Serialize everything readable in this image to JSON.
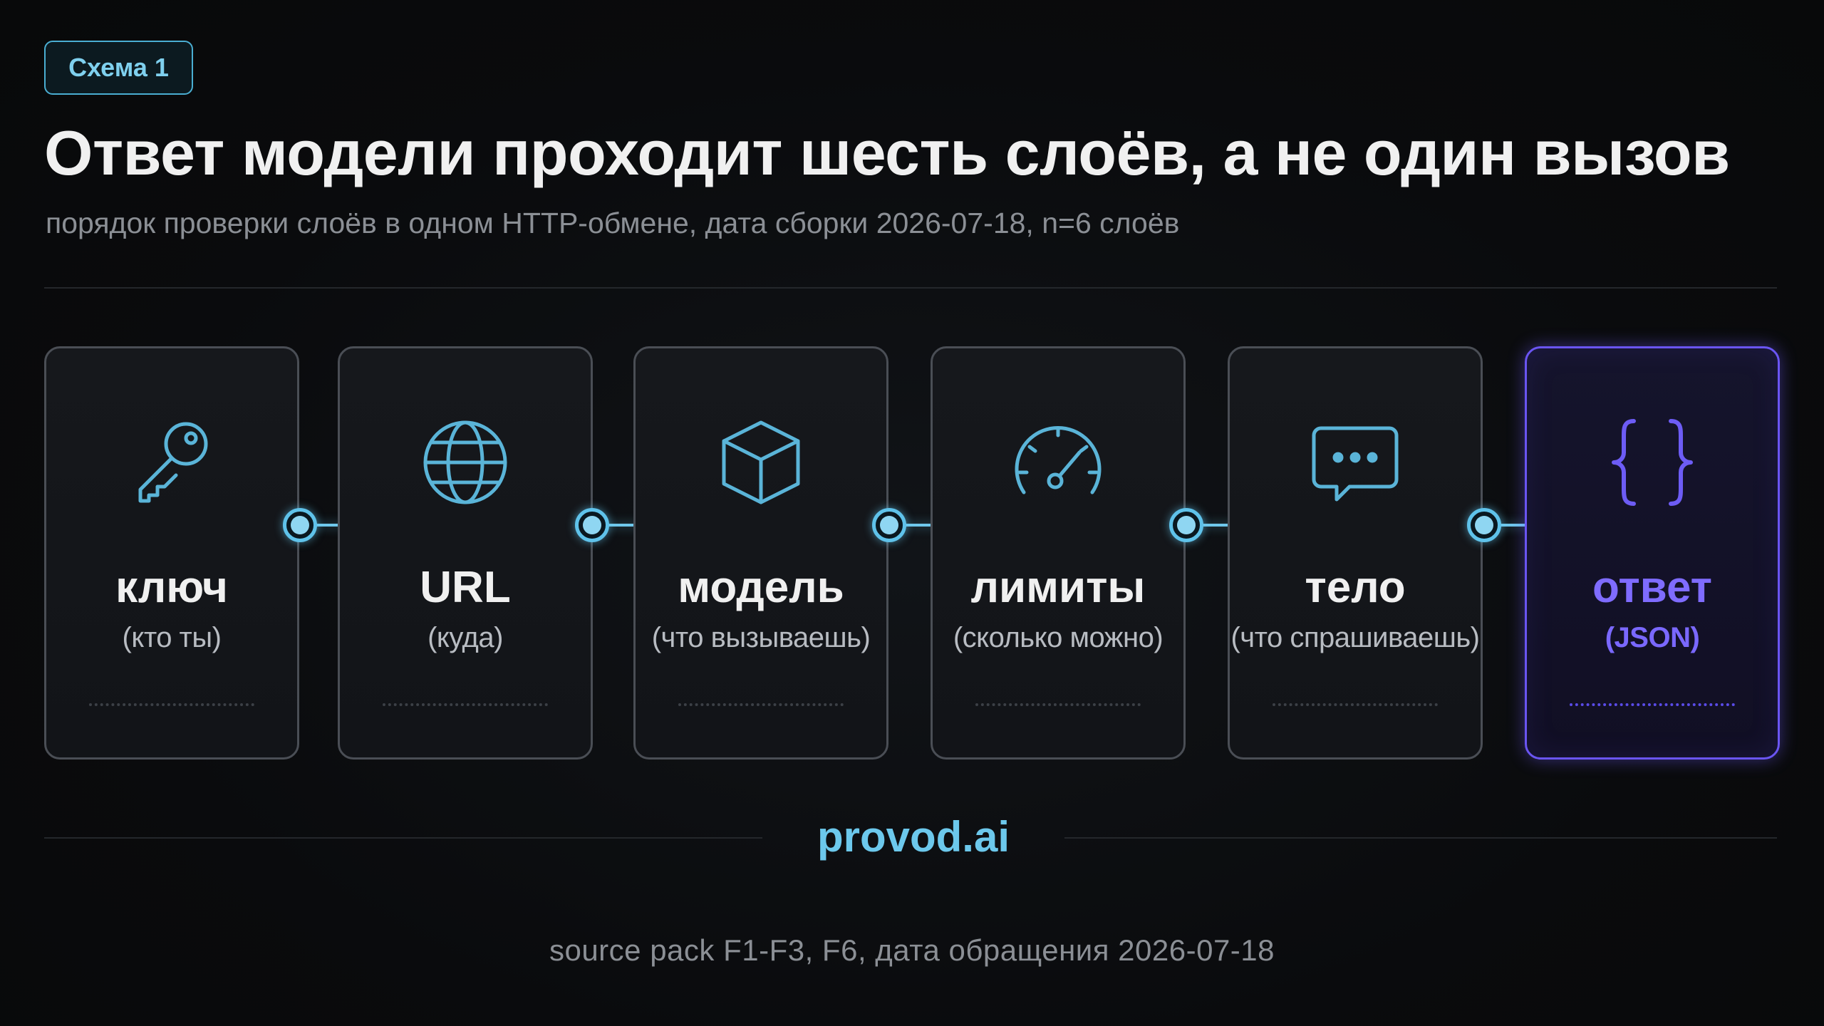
{
  "badge": "Схема 1",
  "title": "Ответ модели проходит шесть слоёв, а не один вызов",
  "subtitle": "порядок проверки слоёв в одном HTTP-обмене, дата сборки 2026-07-18, n=6 слоёв",
  "layers": [
    {
      "label": "ключ",
      "sub": "(кто ты)",
      "icon": "key-icon"
    },
    {
      "label": "URL",
      "sub": "(куда)",
      "icon": "globe-icon"
    },
    {
      "label": "модель",
      "sub": "(что вызываешь)",
      "icon": "cube-icon"
    },
    {
      "label": "лимиты",
      "sub": "(сколько можно)",
      "icon": "gauge-icon"
    },
    {
      "label": "тело",
      "sub": "(что спрашиваешь)",
      "icon": "chat-bubble-icon"
    },
    {
      "label": "ответ",
      "sub": "(JSON)",
      "icon": "braces-icon"
    }
  ],
  "brand": "provod.ai",
  "source": "source pack F1-F3, F6, дата обращения 2026-07-18",
  "colors": {
    "background": "#0a0b0d",
    "accent_cyan": "#6cc8ec",
    "accent_violet": "#7f6cff",
    "card_border": "#4a4e55"
  }
}
